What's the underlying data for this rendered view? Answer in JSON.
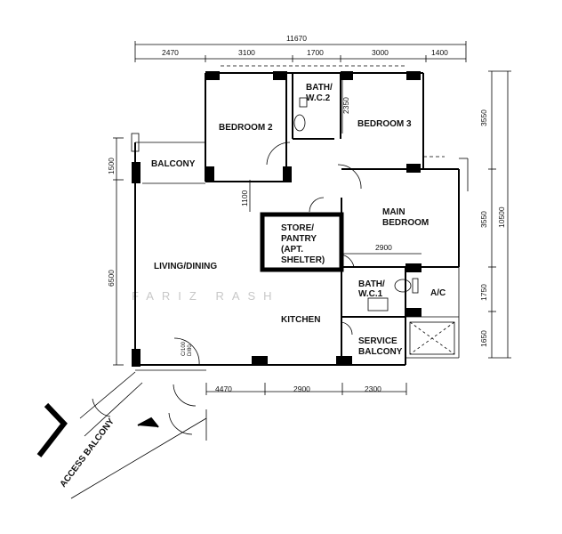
{
  "rooms": {
    "bedroom2": "BEDROOM 2",
    "bath2_line1": "BATH/",
    "bath2_line2": "W.C.2",
    "bedroom3": "BEDROOM 3",
    "balcony": "BALCONY",
    "main_bedroom_line1": "MAIN",
    "main_bedroom_line2": "BEDROOM",
    "store_line1": "STORE/",
    "store_line2": "PANTRY",
    "store_line3": "(APT.",
    "store_line4": "SHELTER)",
    "living": "LIVING/DINING",
    "kitchen": "KITCHEN",
    "bath1_line1": "BATH/",
    "bath1_line2": "W.C.1",
    "ac": "A/C",
    "service_line1": "SERVICE",
    "service_line2": "BALCONY",
    "access": "ACCESS BALCONY"
  },
  "dimensions": {
    "overall_width": "11670",
    "top": [
      "2470",
      "3100",
      "1700",
      "3000",
      "1400"
    ],
    "right_a": [
      "3550",
      "3550",
      "1750",
      "1650"
    ],
    "right_total": "10500",
    "left": [
      "1500",
      "6500"
    ],
    "left_small": "1100",
    "bath2_depth": "2350",
    "main_bed_width": "2900",
    "bottom": [
      "4470",
      "2900",
      "2300"
    ],
    "door_note_line1": "C/100",
    "door_note_line2": "D/80"
  },
  "watermark": "FARIZ RASH"
}
